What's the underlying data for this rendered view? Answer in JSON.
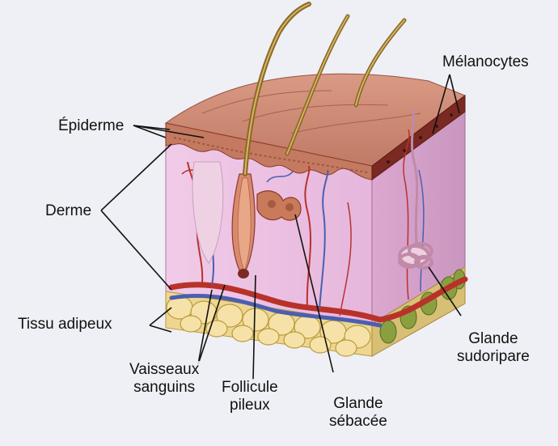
{
  "labels": {
    "melanocytes": "Mélanocytes",
    "epiderme": "Épiderme",
    "derme": "Derme",
    "tissu_adipeux": "Tissu adipeux",
    "vaisseaux_l1": "Vaisseaux",
    "vaisseaux_l2": "sanguins",
    "follicule_l1": "Follicule",
    "follicule_l2": "pileux",
    "glande_sebacee_l1": "Glande",
    "glande_sebacee_l2": "sébacée",
    "glande_sudoripare_l1": "Glande",
    "glande_sudoripare_l2": "sudoripare"
  },
  "colors": {
    "epidermis": "#c9826e",
    "epidermis_dark": "#8a3a2c",
    "dermis": "#e8b8dc",
    "adipose": "#f0dc9a",
    "adipose_edge": "#b89a3c",
    "artery": "#b8322a",
    "vein": "#4a5fb0",
    "hair": "#a88a3a",
    "leader_line": "#111111"
  }
}
